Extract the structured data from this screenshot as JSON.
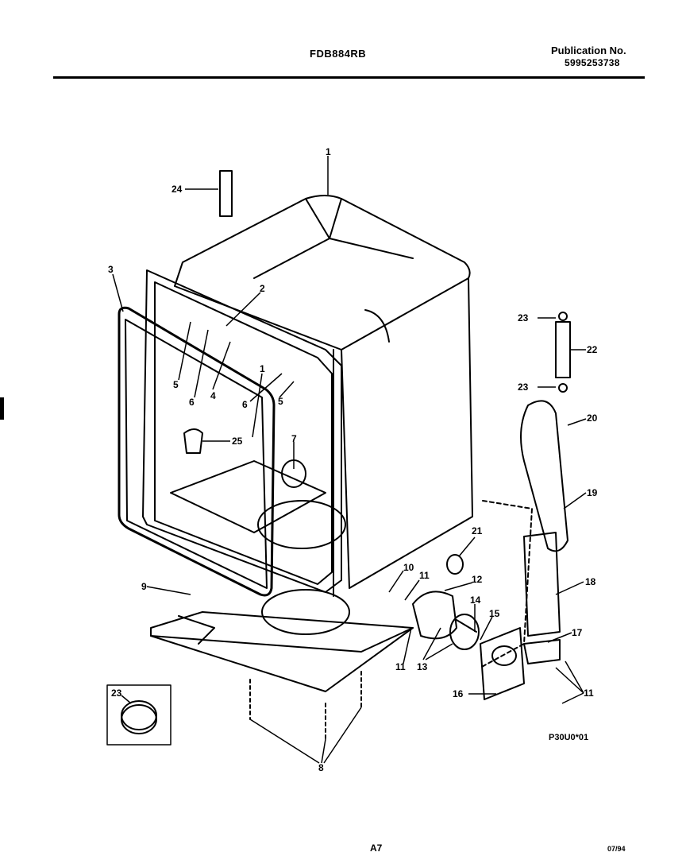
{
  "header": {
    "model": "FDB884RB",
    "publication_label": "Publication No.",
    "publication_number": "5995253738"
  },
  "callouts": [
    "1",
    "2",
    "3",
    "4",
    "5",
    "5",
    "6",
    "6",
    "1",
    "7",
    "8",
    "9",
    "10",
    "11",
    "11",
    "11",
    "11",
    "12",
    "13",
    "14",
    "15",
    "16",
    "17",
    "18",
    "19",
    "20",
    "21",
    "22",
    "23",
    "23",
    "23",
    "24",
    "25"
  ],
  "diagram_code": "P30U0*01",
  "footer": {
    "page": "A7",
    "date": "07/94"
  }
}
